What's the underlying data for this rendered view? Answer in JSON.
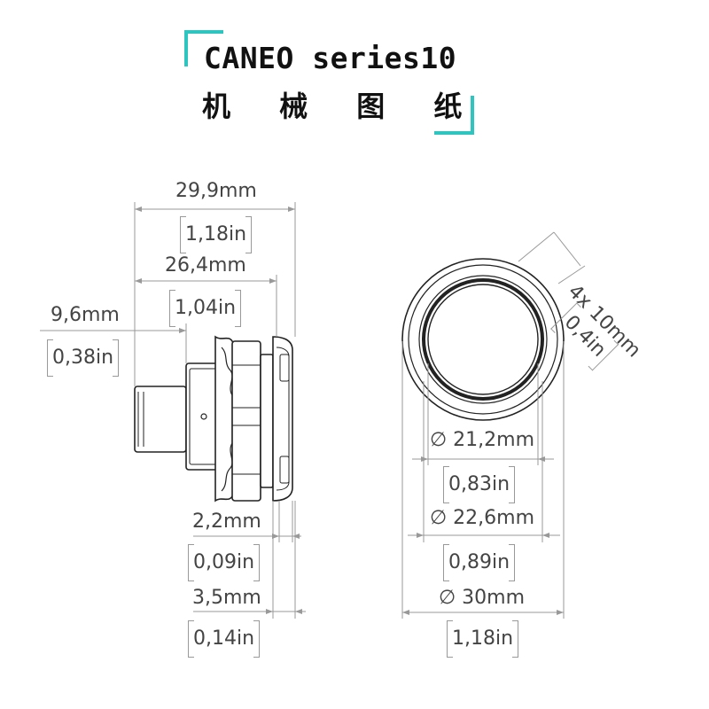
{
  "header": {
    "title": "CANEO series10",
    "subtitle": "机 械 图 纸",
    "accent_color": "#2ec4c0"
  },
  "side_view": {
    "overall_length": {
      "mm": "29,9mm",
      "in": "1,18in"
    },
    "body_length": {
      "mm": "26,4mm",
      "in": "1,04in"
    },
    "stem_length": {
      "mm": "9,6mm",
      "in": "0,38in"
    },
    "flange_thickness": {
      "mm": "2,2mm",
      "in": "0,09in"
    },
    "front_thickness": {
      "mm": "3,5mm",
      "in": "0,14in"
    }
  },
  "front_view": {
    "hole_spec": {
      "mm": "4x 10mm",
      "in": "0,4in"
    },
    "inner_diameter": {
      "mm": "21,2mm",
      "in": "0,83in"
    },
    "mid_diameter": {
      "mm": "22,6mm",
      "in": "0,89in"
    },
    "outer_diameter": {
      "mm": "30mm",
      "in": "1,18in"
    },
    "diameter_symbol": "∅"
  }
}
